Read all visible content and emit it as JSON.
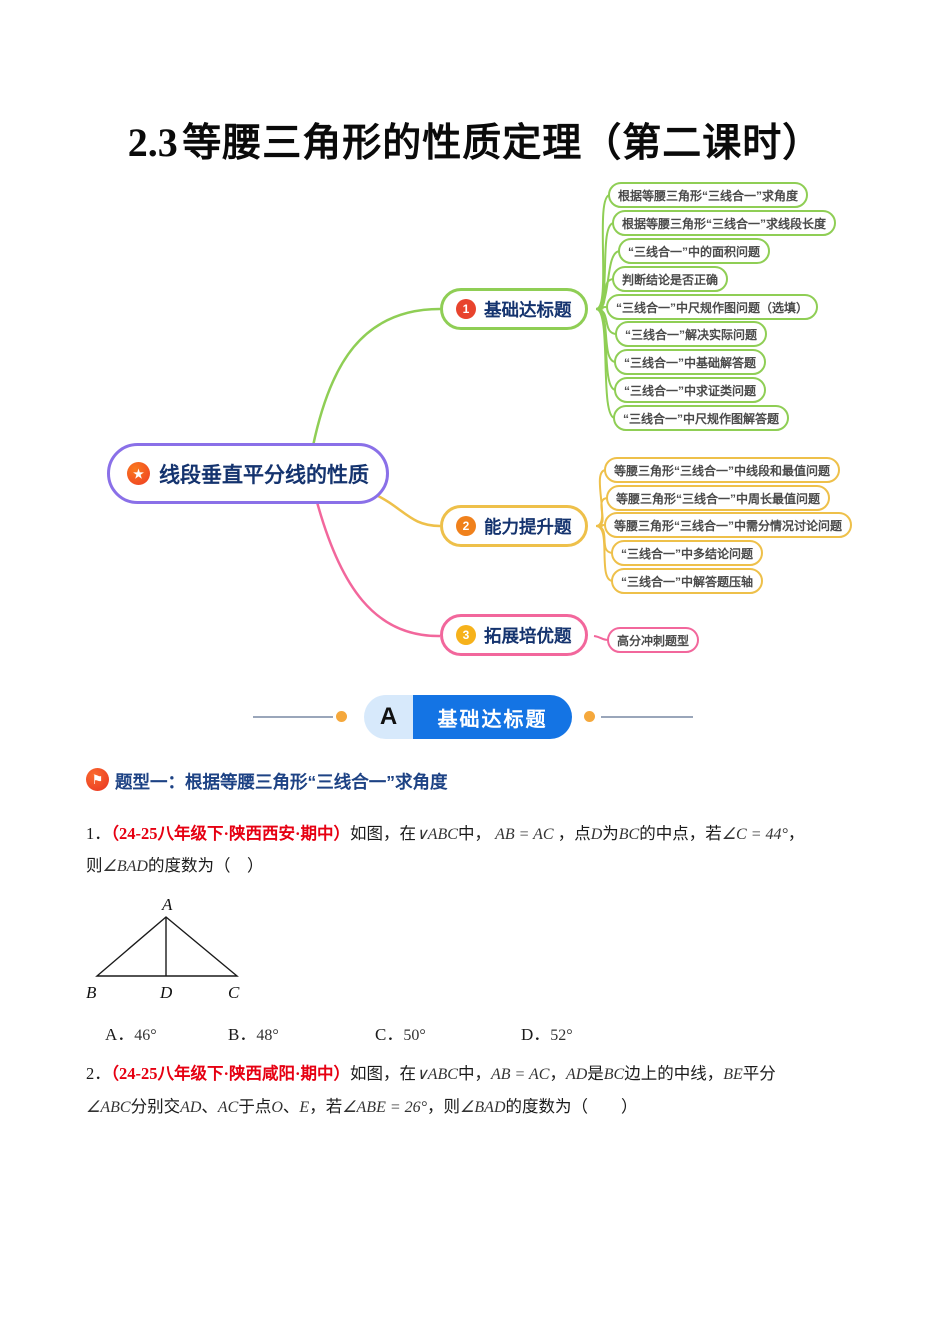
{
  "title": {
    "num": "2.3",
    "text": "等腰三角形的性质定理（第二课时）"
  },
  "colors": {
    "green": "#8fce55",
    "yellow": "#eec04a",
    "pink": "#f2679c",
    "purple": "#8a70e8",
    "navy": "#14336e",
    "badge1": "#e8432d",
    "badge2": "#f0811c",
    "badge3": "#f6b21b",
    "blue_pill": "#1474e4",
    "light_pill": "#d7e9fb",
    "accent_dot": "#f5a83c",
    "red_text": "#e60012"
  },
  "mindmap": {
    "root": {
      "label": "线段垂直平分线的性质",
      "icon": "star"
    },
    "branches": [
      {
        "num": "1",
        "label": "基础达标题",
        "children": [
          "根据等腰三角形“三线合一”求角度",
          "根据等腰三角形“三线合一”求线段长度",
          "“三线合一”中的面积问题",
          "判断结论是否正确",
          "“三线合一”中尺规作图问题（选填）",
          "“三线合一”解决实际问题",
          "“三线合一”中基础解答题",
          "“三线合一”中求证类问题",
          "“三线合一”中尺规作图解答题"
        ]
      },
      {
        "num": "2",
        "label": "能力提升题",
        "children": [
          "等腰三角形“三线合一”中线段和最值问题",
          "等腰三角形“三线合一”中周长最值问题",
          "等腰三角形“三线合一”中需分情况讨论问题",
          "“三线合一”中多结论问题",
          "“三线合一”中解答题压轴"
        ]
      },
      {
        "num": "3",
        "label": "拓展培优题",
        "children": [
          "高分冲刺题型"
        ]
      }
    ]
  },
  "section": {
    "letter": "A",
    "label": "基础达标题"
  },
  "topic": "题型一：根据等腰三角形“三线合一”求角度",
  "q1": {
    "num": "1．",
    "src": "（24-25八年级下·陕西西安·期中）",
    "a": "如图，在",
    "m1": "∨ABC",
    "b": "中，",
    "m2": "AB = AC",
    "c": "，点",
    "m3": "D",
    "d": "为",
    "m4": "BC",
    "e": "的中点，若",
    "m5": "∠C = 44°",
    "f": "，",
    "g": "则",
    "m6": "∠BAD",
    "h": "的度数为（　）",
    "options": [
      {
        "k": "A．",
        "v": "46°"
      },
      {
        "k": "B．",
        "v": "48°"
      },
      {
        "k": "C．",
        "v": "50°"
      },
      {
        "k": "D．",
        "v": "52°"
      }
    ]
  },
  "q2": {
    "num": "2．",
    "src": "（24-25八年级下·陕西咸阳·期中）",
    "a": "如图，在",
    "m1": "∨ABC",
    "b": "中，",
    "m2": "AB = AC",
    "c": "，",
    "m3": "AD",
    "d": "是",
    "m4": "BC",
    "e": "边上的中线，",
    "m5": "BE",
    "f": "平分",
    "m6": "∠ABC",
    "h": "分别交",
    "m7": "AD",
    "i": "、",
    "m8": "AC",
    "j": "于点",
    "m9": "O",
    "k": "、",
    "m10": "E",
    "m": "，若",
    "m11": "∠ABE = 26°",
    "n": "，则",
    "m12": "∠BAD",
    "o": "的度数为（　　）"
  },
  "figure": {
    "A": "A",
    "B": "B",
    "C": "C",
    "D": "D"
  }
}
